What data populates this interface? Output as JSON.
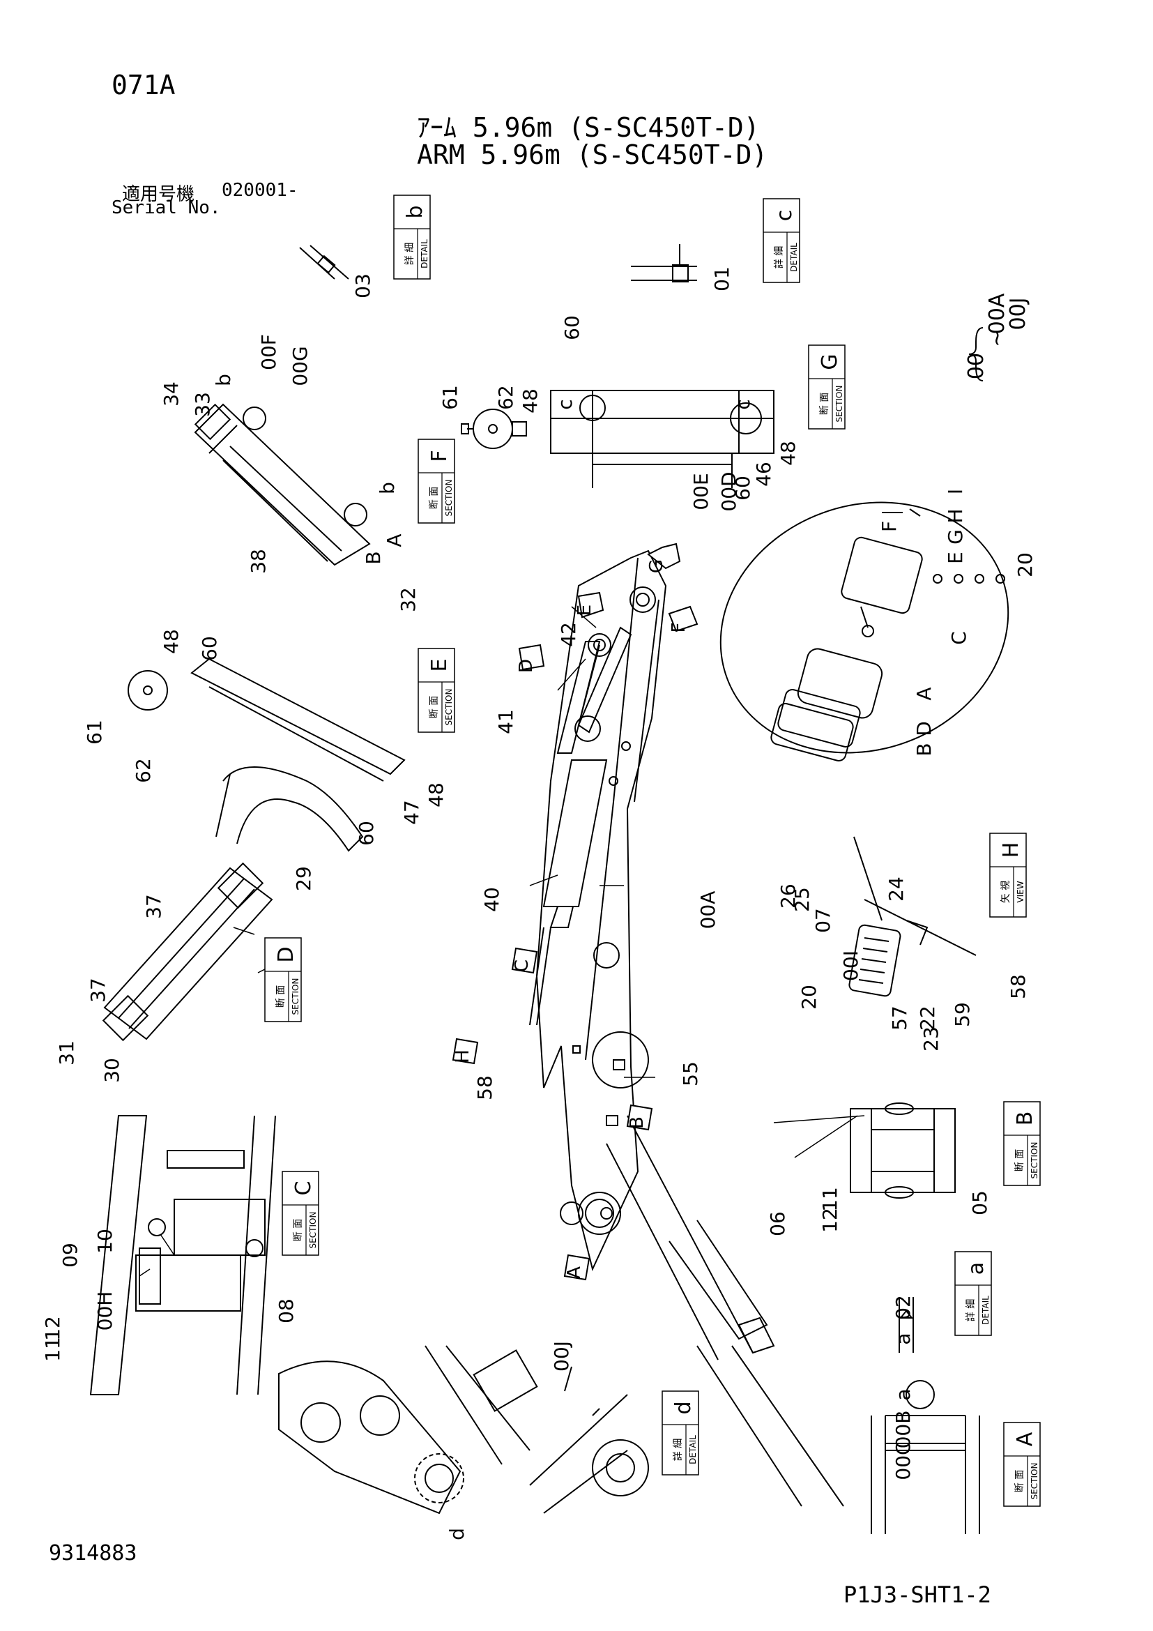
{
  "header": {
    "page_code": "071A",
    "title_ja": "ｱｰﾑ 5.96m (S-SC450T-D)",
    "title_en": "ARM 5.96m (S-SC450T-D)",
    "serial_label_ja": "適用号機",
    "serial_value": "020001-",
    "serial_label_en": "Serial No."
  },
  "footer": {
    "document_number": "9314883",
    "sheet_id": "P1J3-SHT1-2"
  },
  "box_labels": {
    "section_ja": "断 面",
    "section_en": "SECTION",
    "detail_ja": "詳 細",
    "detail_en": "DETAIL",
    "view_ja": "矢 視",
    "view_en": "VIEW"
  },
  "boxes": [
    {
      "id": "detail-b",
      "kind": "detail",
      "letter": "b"
    },
    {
      "id": "detail-c",
      "kind": "detail",
      "letter": "c"
    },
    {
      "id": "section-g",
      "kind": "section",
      "letter": "G"
    },
    {
      "id": "section-f",
      "kind": "section",
      "letter": "F"
    },
    {
      "id": "section-e",
      "kind": "section",
      "letter": "E"
    },
    {
      "id": "section-d",
      "kind": "section",
      "letter": "D"
    },
    {
      "id": "view-h",
      "kind": "view",
      "letter": "H"
    },
    {
      "id": "section-c",
      "kind": "section",
      "letter": "C"
    },
    {
      "id": "section-b",
      "kind": "section",
      "letter": "B"
    },
    {
      "id": "detail-a",
      "kind": "detail",
      "letter": "a"
    },
    {
      "id": "detail-d",
      "kind": "detail",
      "letter": "d"
    },
    {
      "id": "section-a",
      "kind": "section",
      "letter": "A"
    }
  ],
  "brace": {
    "left": "00",
    "top": "00A",
    "mid": "~",
    "bottom": "00J"
  },
  "view_arrows": [
    "G",
    "E",
    "F",
    "D",
    "C",
    "H",
    "B",
    "A"
  ],
  "callouts": [
    "03",
    "01",
    "61",
    "62",
    "48",
    "60",
    "c",
    "c",
    "48",
    "46",
    "60",
    "00D",
    "00E",
    "34",
    "33",
    "b",
    "00F",
    "00G",
    "b",
    "B",
    "A",
    "32",
    "38",
    "F",
    "E",
    "G",
    "H",
    "I",
    "20",
    "C",
    "A",
    "D",
    "B",
    "42",
    "41",
    "48",
    "60",
    "61",
    "62",
    "48",
    "47",
    "60",
    "40",
    "00A",
    "29",
    "37",
    "37",
    "31",
    "30",
    "26",
    "25",
    "24",
    "20",
    "57",
    "22",
    "23",
    "59",
    "58",
    "58",
    "55",
    "07",
    "00I",
    "06",
    "12",
    "11",
    "05",
    "09",
    "10",
    "00H",
    "12",
    "11",
    "08",
    "02",
    "a",
    "00J",
    "d",
    "00C",
    "00B",
    "a"
  ]
}
